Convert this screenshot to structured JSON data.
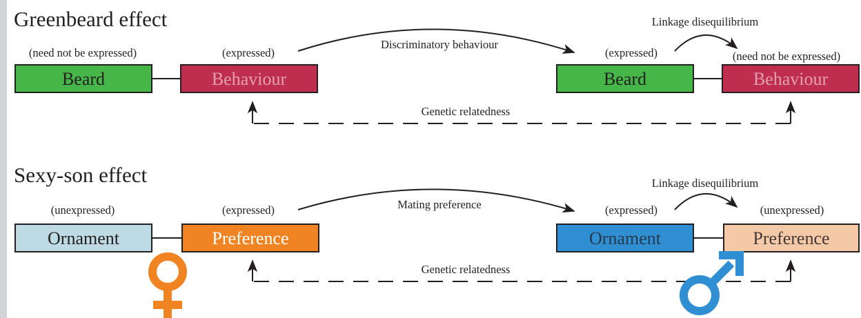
{
  "colors": {
    "beard_green": "#46b649",
    "behaviour_red": "#bf2e4e",
    "ornament_light_blue": "#bedbe5",
    "preference_orange": "#f18422",
    "ornament_blue": "#2f8fd2",
    "preference_peach": "#f3c9a7",
    "female_symbol": "#f18422",
    "male_symbol": "#2f8fd2",
    "ink": "#231f20"
  },
  "greenbeard": {
    "title": "Greenbeard effect",
    "left_beard": {
      "label": "Beard",
      "note": "(need not be expressed)"
    },
    "left_behaviour": {
      "label": "Behaviour",
      "note": "(expressed)"
    },
    "right_beard": {
      "label": "Beard",
      "note": "(expressed)"
    },
    "right_behaviour": {
      "label": "Behaviour",
      "note": "(need not be expressed)"
    },
    "arc_label": "Discriminatory behaviour",
    "linkage_label": "Linkage disequilibrium",
    "relatedness_label": "Genetic relatedness"
  },
  "sexyson": {
    "title": "Sexy-son effect",
    "left_ornament": {
      "label": "Ornament",
      "note": "(unexpressed)"
    },
    "left_preference": {
      "label": "Preference",
      "note": "(expressed)"
    },
    "right_ornament": {
      "label": "Ornament",
      "note": "(expressed)"
    },
    "right_preference": {
      "label": "Preference",
      "note": "(unexpressed)"
    },
    "arc_label": "Mating preference",
    "linkage_label": "Linkage disequilibrium",
    "relatedness_label": "Genetic relatedness",
    "female_icon": "female-symbol",
    "male_icon": "male-symbol"
  }
}
